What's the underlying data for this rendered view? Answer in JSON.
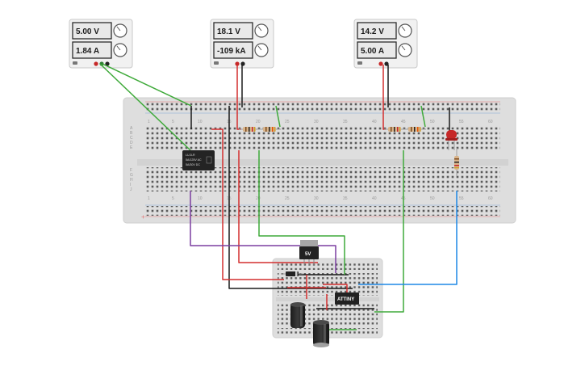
{
  "power_supplies": [
    {
      "voltage": "5.00 V",
      "current": "1.84 A"
    },
    {
      "voltage": "18.1 V",
      "current": "-109 kA"
    },
    {
      "voltage": "14.2 V",
      "current": "5.00 A"
    }
  ],
  "main_breadboard": {
    "top_numbers": [
      "1",
      "5",
      "10",
      "15",
      "20",
      "25",
      "30",
      "35",
      "40",
      "45",
      "50",
      "55",
      "60"
    ],
    "bottom_numbers": [
      "1",
      "5",
      "10",
      "15",
      "20",
      "25",
      "30",
      "35",
      "40",
      "45",
      "50",
      "55",
      "60"
    ],
    "row_letters_top": [
      "A",
      "B",
      "C",
      "D",
      "E"
    ],
    "row_letters_bottom": [
      "F",
      "G",
      "H",
      "I",
      "J"
    ],
    "rail_plus": "+",
    "rail_minus": "-"
  },
  "relay": {
    "lines": [
      "LU-5-R",
      "5A/125V AC",
      "5A/30V DC"
    ]
  },
  "regulator": {
    "label": "5V"
  },
  "mcu": {
    "label": "ATTINY"
  }
}
